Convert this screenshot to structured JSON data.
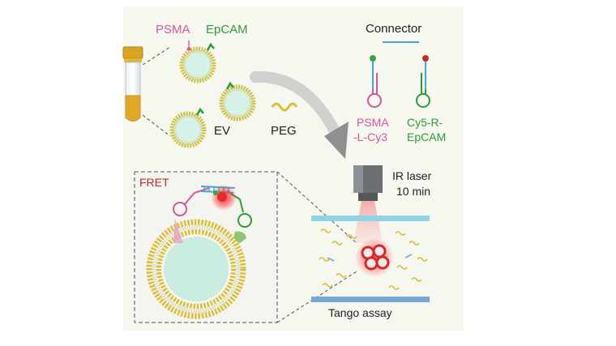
{
  "labels": {
    "psma": "PSMA",
    "epcam": "EpCAM",
    "connector": "Connector",
    "ev": "EV",
    "peg": "PEG",
    "psma_probe_line1": "PSMA",
    "psma_probe_line2": "-L-Cy3",
    "cy5_probe_line1": "Cy5-R-",
    "cy5_probe_line2": "EpCAM",
    "fret": "FRET",
    "ir_laser_line1": "IR laser",
    "ir_laser_line2": "10 min",
    "tango": "Tango assay"
  },
  "colors": {
    "psma": "#d4559b",
    "epcam": "#2f9a3a",
    "fret": "#c0282a",
    "connector": "#4aa3d6",
    "text": "#222222",
    "panel": "#f6f7ef",
    "lipid": "#d9bd3b",
    "vesicle": "#cdeee3",
    "slab": "#8fd3e6",
    "slab_bottom": "#7aa7d9",
    "arrow": "#9a9a9a"
  },
  "icons": {
    "tube": "sample-tube-icon",
    "vesicle": "extracellular-vesicle-icon",
    "peg": "peg-squiggle-icon",
    "laser": "ir-laser-objective-icon",
    "arrow": "curved-arrow-icon"
  }
}
